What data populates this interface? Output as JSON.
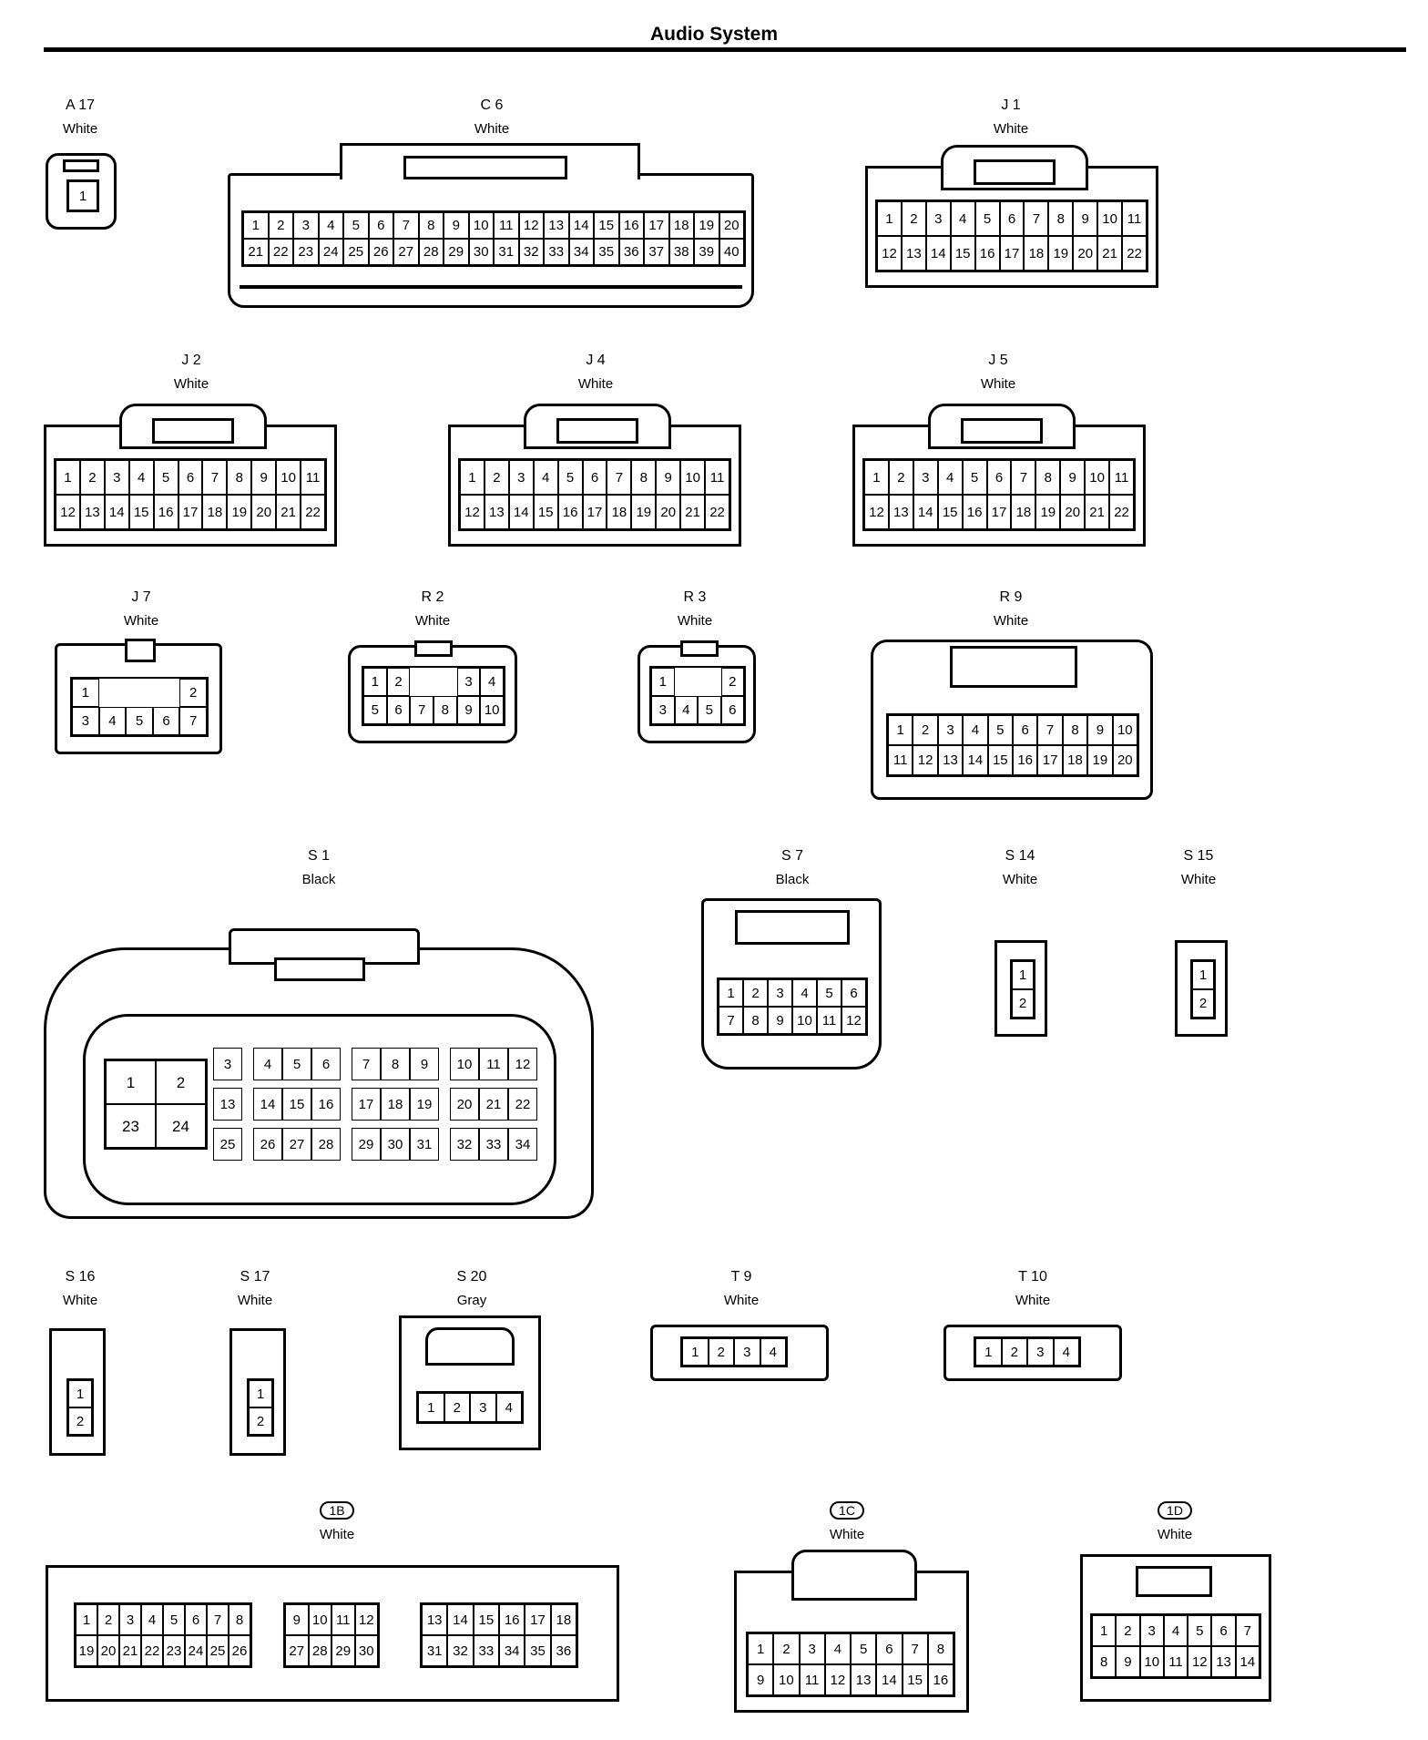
{
  "page": {
    "title": "Audio System"
  },
  "connectors": {
    "A17": {
      "code": "A 17",
      "color": "White",
      "rows": [
        [
          "1"
        ]
      ]
    },
    "C6": {
      "code": "C 6",
      "color": "White",
      "rows": [
        [
          "1",
          "2",
          "3",
          "4",
          "5",
          "6",
          "7",
          "8",
          "9",
          "10",
          "11",
          "12",
          "13",
          "14",
          "15",
          "16",
          "17",
          "18",
          "19",
          "20"
        ],
        [
          "21",
          "22",
          "23",
          "24",
          "25",
          "26",
          "27",
          "28",
          "29",
          "30",
          "31",
          "32",
          "33",
          "34",
          "35",
          "36",
          "37",
          "38",
          "39",
          "40"
        ]
      ]
    },
    "J1": {
      "code": "J 1",
      "color": "White",
      "rows": [
        [
          "1",
          "2",
          "3",
          "4",
          "5",
          "6",
          "7",
          "8",
          "9",
          "10",
          "11"
        ],
        [
          "12",
          "13",
          "14",
          "15",
          "16",
          "17",
          "18",
          "19",
          "20",
          "21",
          "22"
        ]
      ]
    },
    "J2": {
      "code": "J 2",
      "color": "White",
      "rows": [
        [
          "1",
          "2",
          "3",
          "4",
          "5",
          "6",
          "7",
          "8",
          "9",
          "10",
          "11"
        ],
        [
          "12",
          "13",
          "14",
          "15",
          "16",
          "17",
          "18",
          "19",
          "20",
          "21",
          "22"
        ]
      ]
    },
    "J4": {
      "code": "J 4",
      "color": "White",
      "rows": [
        [
          "1",
          "2",
          "3",
          "4",
          "5",
          "6",
          "7",
          "8",
          "9",
          "10",
          "11"
        ],
        [
          "12",
          "13",
          "14",
          "15",
          "16",
          "17",
          "18",
          "19",
          "20",
          "21",
          "22"
        ]
      ]
    },
    "J5": {
      "code": "J 5",
      "color": "White",
      "rows": [
        [
          "1",
          "2",
          "3",
          "4",
          "5",
          "6",
          "7",
          "8",
          "9",
          "10",
          "11"
        ],
        [
          "12",
          "13",
          "14",
          "15",
          "16",
          "17",
          "18",
          "19",
          "20",
          "21",
          "22"
        ]
      ]
    },
    "J7": {
      "code": "J 7",
      "color": "White",
      "rows": [
        [
          "1",
          "",
          "",
          "",
          "2"
        ],
        [
          "3",
          "4",
          "5",
          "6",
          "7"
        ]
      ]
    },
    "R2": {
      "code": "R 2",
      "color": "White",
      "rows": [
        [
          "1",
          "2",
          "",
          "",
          "3",
          "4"
        ],
        [
          "5",
          "6",
          "7",
          "8",
          "9",
          "10"
        ]
      ]
    },
    "R3": {
      "code": "R 3",
      "color": "White",
      "rows": [
        [
          "1",
          "",
          "",
          "2"
        ],
        [
          "3",
          "4",
          "5",
          "6"
        ]
      ]
    },
    "R9": {
      "code": "R 9",
      "color": "White",
      "rows": [
        [
          "1",
          "2",
          "3",
          "4",
          "5",
          "6",
          "7",
          "8",
          "9",
          "10"
        ],
        [
          "11",
          "12",
          "13",
          "14",
          "15",
          "16",
          "17",
          "18",
          "19",
          "20"
        ]
      ]
    },
    "S1": {
      "code": "S 1",
      "color": "Black",
      "left": [
        [
          "1",
          "2"
        ],
        [
          "23",
          "24"
        ]
      ],
      "row1": [
        [
          "3"
        ],
        [
          "4",
          "5",
          "6"
        ],
        [
          "7",
          "8",
          "9"
        ],
        [
          "10",
          "11",
          "12"
        ]
      ],
      "row2": [
        [
          "13"
        ],
        [
          "14",
          "15",
          "16"
        ],
        [
          "17",
          "18",
          "19"
        ],
        [
          "20",
          "21",
          "22"
        ]
      ],
      "row3": [
        [
          "25"
        ],
        [
          "26",
          "27",
          "28"
        ],
        [
          "29",
          "30",
          "31"
        ],
        [
          "32",
          "33",
          "34"
        ]
      ]
    },
    "S7": {
      "code": "S 7",
      "color": "Black",
      "rows": [
        [
          "1",
          "2",
          "3",
          "4",
          "5",
          "6"
        ],
        [
          "7",
          "8",
          "9",
          "10",
          "11",
          "12"
        ]
      ]
    },
    "S14": {
      "code": "S 14",
      "color": "White",
      "rows": [
        [
          "1"
        ],
        [
          "2"
        ]
      ]
    },
    "S15": {
      "code": "S 15",
      "color": "White",
      "rows": [
        [
          "1"
        ],
        [
          "2"
        ]
      ]
    },
    "S16": {
      "code": "S 16",
      "color": "White",
      "rows": [
        [
          "1"
        ],
        [
          "2"
        ]
      ]
    },
    "S17": {
      "code": "S 17",
      "color": "White",
      "rows": [
        [
          "1"
        ],
        [
          "2"
        ]
      ]
    },
    "S20": {
      "code": "S 20",
      "color": "Gray",
      "rows": [
        [
          "1",
          "2",
          "3",
          "4"
        ]
      ]
    },
    "T9": {
      "code": "T 9",
      "color": "White",
      "rows": [
        [
          "1",
          "2",
          "3",
          "4"
        ]
      ]
    },
    "T10": {
      "code": "T 10",
      "color": "White",
      "rows": [
        [
          "1",
          "2",
          "3",
          "4"
        ]
      ]
    },
    "1B": {
      "code": "1B",
      "color": "White",
      "blocks": [
        [
          [
            "1",
            "2",
            "3",
            "4",
            "5",
            "6",
            "7",
            "8"
          ],
          [
            "19",
            "20",
            "21",
            "22",
            "23",
            "24",
            "25",
            "26"
          ]
        ],
        [
          [
            "9",
            "10",
            "11",
            "12"
          ],
          [
            "27",
            "28",
            "29",
            "30"
          ]
        ],
        [
          [
            "13",
            "14",
            "15",
            "16",
            "17",
            "18"
          ],
          [
            "31",
            "32",
            "33",
            "34",
            "35",
            "36"
          ]
        ]
      ]
    },
    "1C": {
      "code": "1C",
      "color": "White",
      "rows": [
        [
          "1",
          "2",
          "3",
          "4",
          "5",
          "6",
          "7",
          "8"
        ],
        [
          "9",
          "10",
          "11",
          "12",
          "13",
          "14",
          "15",
          "16"
        ]
      ]
    },
    "1D": {
      "code": "1D",
      "color": "White",
      "rows": [
        [
          "1",
          "2",
          "3",
          "4",
          "5",
          "6",
          "7"
        ],
        [
          "8",
          "9",
          "10",
          "11",
          "12",
          "13",
          "14"
        ]
      ]
    }
  }
}
